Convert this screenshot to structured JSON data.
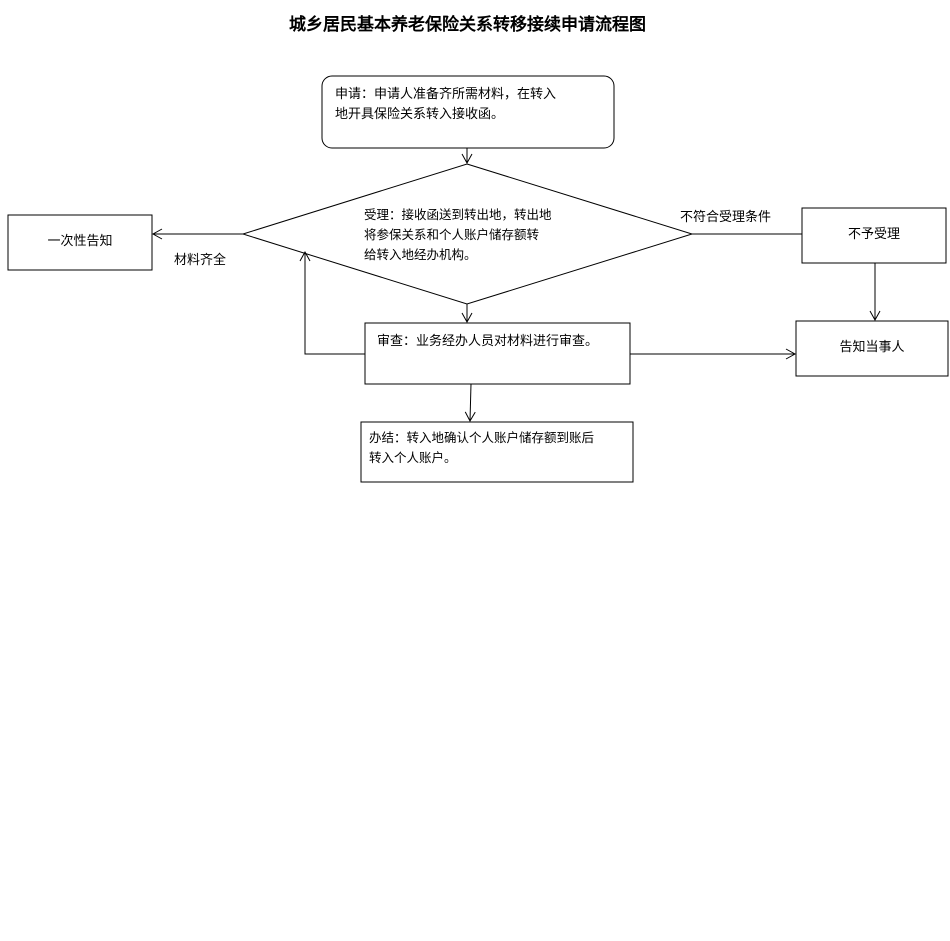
{
  "title": "城乡居民基本养老保险关系转移接续申请流程图",
  "nodes": {
    "apply": {
      "line1": "申请：申请人准备齐所需材料，在转入",
      "line2": "地开具保险关系转入接收函。"
    },
    "accept": {
      "line1": "受理：接收函送到转出地，转出地",
      "line2": "将参保关系和个人账户储存额转",
      "line3": "给转入地经办机构。"
    },
    "notify_once": {
      "text": "一次性告知"
    },
    "reject": {
      "text": "不予受理"
    },
    "review": {
      "text": "审查：业务经办人员对材料进行审查。"
    },
    "inform": {
      "text": "告知当事人"
    },
    "complete": {
      "line1": "办结：转入地确认个人账户储存额到账后",
      "line2": "转入个人账户。"
    }
  },
  "edge_labels": {
    "materials_complete": "材料齐全",
    "not_qualified": "不符合受理条件"
  }
}
